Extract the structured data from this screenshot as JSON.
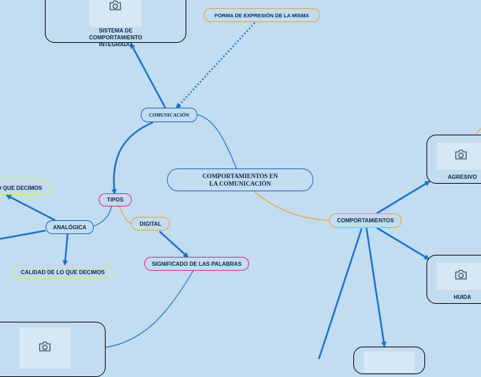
{
  "nodes": {
    "central": "COMPORTAMIENTOS EN LA COMUNICACIÓN",
    "comunicacion": "COMUNICACIÓN",
    "sistema": "SISTEMA DE COMPORTAMIENTO INTEGRADO",
    "forma": "FORMA DE EXPRESIÓN DE LA MISMA",
    "tipos": "TIPOS",
    "digital": "DIGITAL",
    "significado": "SIGNIFICADO DE LAS PALABRAS",
    "analogica": "ANALÓGICA",
    "lo_que_decimos": "O QUE DECIMOS",
    "calidad": "CALIDAD DE LO QUE DECIMOS",
    "comportamientos": "COMPORTAMIENTOS",
    "agresivo": "AGRESIVO",
    "huida": "HUIDA"
  },
  "icons": [
    "camera-icon"
  ],
  "colors": {
    "background": "#c2dcf0",
    "blue": "#1565c0",
    "orange": "#f0a030",
    "pink": "#e0208a",
    "yellow": "#e8e850",
    "green": "#7ee050",
    "link": "#1a73d0"
  }
}
